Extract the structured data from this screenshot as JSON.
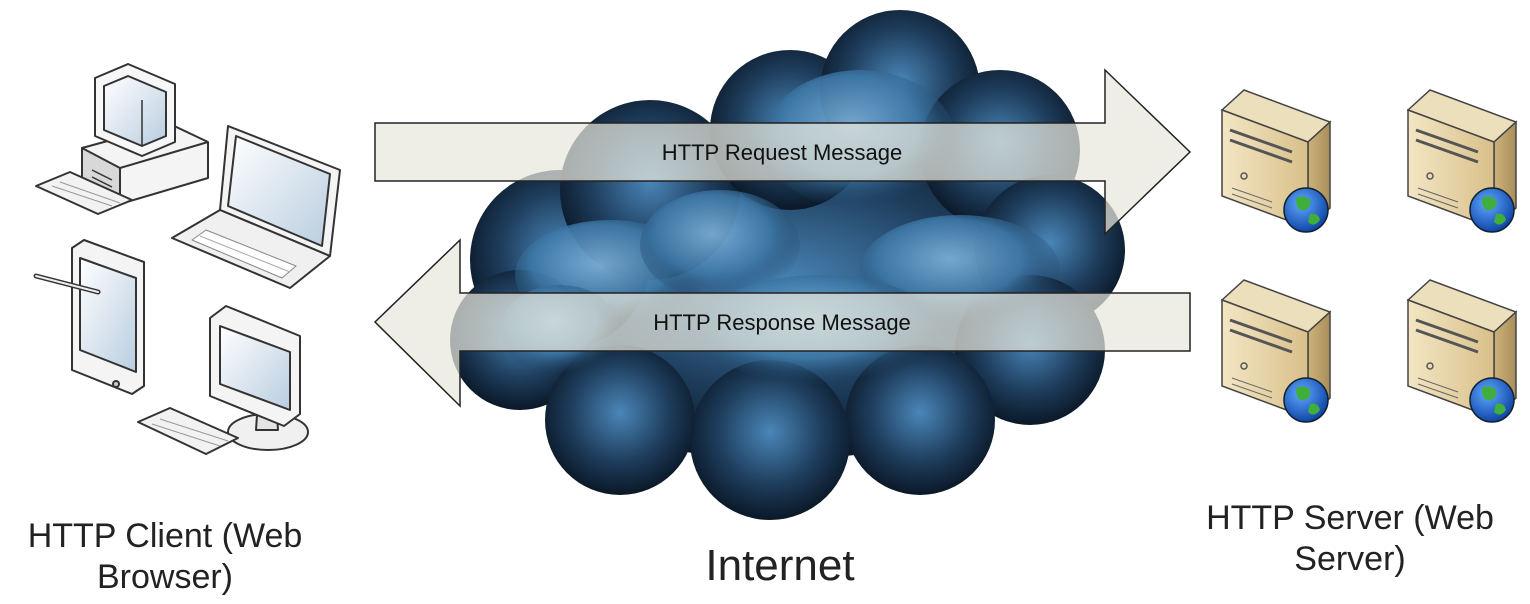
{
  "messages": {
    "request": "HTTP Request Message",
    "response": "HTTP Response Message"
  },
  "labels": {
    "client": "HTTP Client (Web Browser)",
    "internet": "Internet",
    "server": "HTTP Server (Web Server)"
  },
  "colors": {
    "arrow_fill": "#e7e8dc",
    "cloud_dark": "#0c1a2a",
    "cloud_light": "#4f8fc0",
    "server_body": "#e6d4a8",
    "device_frame": "#ffffff",
    "screen": "#dbe7f2"
  },
  "icons": {
    "client_devices": [
      "desktop-computer-icon",
      "laptop-icon",
      "tablet-icon",
      "monitor-icon"
    ],
    "servers": [
      "web-server-icon",
      "web-server-icon",
      "web-server-icon",
      "web-server-icon"
    ]
  }
}
